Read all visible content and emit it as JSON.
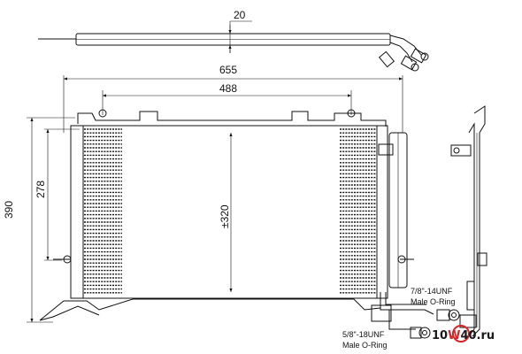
{
  "dimensions": {
    "top_offset": "20",
    "overall_width": "655",
    "mount_width": "488",
    "core_height": "±320",
    "mount_height": "278",
    "overall_height": "390"
  },
  "fittings": {
    "upper_fitting": {
      "thread": "7/8\"-14UNF",
      "seal": "Male O-Ring"
    },
    "lower_fitting": {
      "thread": "5/8\"-18UNF",
      "seal": "Male O-Ring"
    }
  },
  "watermark": {
    "prefix": "10",
    "middle": "W",
    "number": "40",
    "suffix": ".ru",
    "colors": {
      "text": "#1a1a1a",
      "accent": "#d7262a",
      "circle": "#d7262a"
    }
  }
}
